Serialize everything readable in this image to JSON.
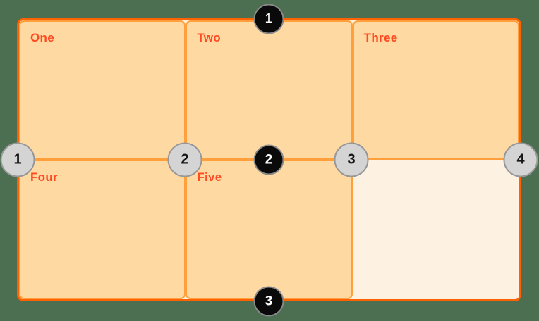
{
  "diagram": {
    "description": "CSS grid line numbering diagram",
    "columns": 3,
    "rows": 2
  },
  "grid": {
    "cells": [
      {
        "label": "One"
      },
      {
        "label": "Two"
      },
      {
        "label": "Three"
      },
      {
        "label": "Four"
      },
      {
        "label": "Five"
      }
    ],
    "empty_area": "row 2, column 3"
  },
  "row_line_badges": [
    {
      "number": "1",
      "position": "top"
    },
    {
      "number": "2",
      "position": "middle"
    },
    {
      "number": "3",
      "position": "bottom"
    }
  ],
  "column_line_badges": [
    {
      "number": "1",
      "position": "left"
    },
    {
      "number": "2",
      "position": "between column 1 and 2"
    },
    {
      "number": "3",
      "position": "between column 2 and 3"
    },
    {
      "number": "4",
      "position": "right"
    }
  ],
  "colors": {
    "page_background": "#4b6f50",
    "container_border": "#ff6200",
    "container_background": "#fdf2e1",
    "cell_border": "#ffa03c",
    "cell_background": "#ffd9a2",
    "cell_label_text": "#ff4a21",
    "row_badge_fill": "#0a0a0a",
    "row_badge_text": "#ffffff",
    "row_badge_ring": "#8a8a8a",
    "column_badge_fill": "#d4d4d4",
    "column_badge_text": "#161616",
    "column_badge_ring": "#979797"
  }
}
